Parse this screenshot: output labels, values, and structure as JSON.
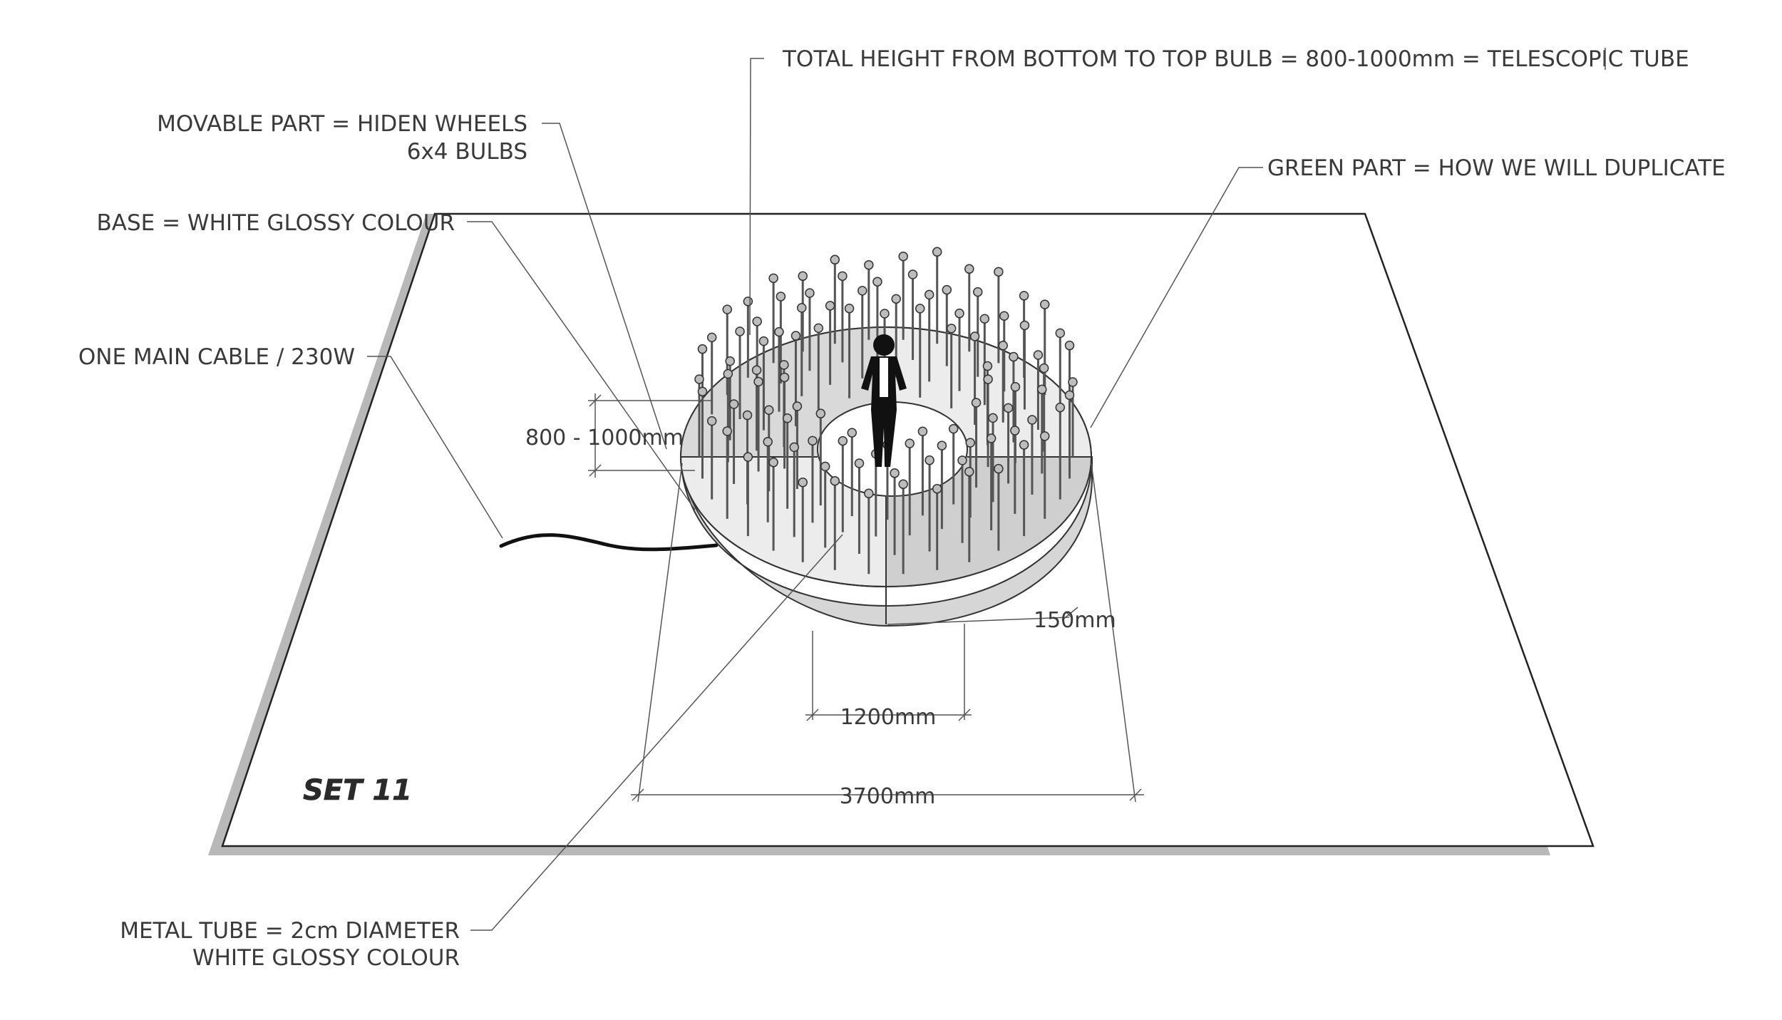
{
  "title_annotation": "TOTAL HEIGHT FROM BOTTOM TO TOP BULB = 800-1000mm = TELESCOPIC TUBE",
  "callouts": {
    "movable_part": "MOVABLE PART = HIDEN WHEELS",
    "bulbs": "6x4 BULBS",
    "base": "BASE = WHITE GLOSSY COLOUR",
    "cable": "ONE MAIN CABLE / 230W",
    "green_part": "GREEN PART = HOW WE WILL DUPLICATE",
    "metal_tube_1": "METAL TUBE = 2cm DIAMETER",
    "metal_tube_2": "WHITE  GLOSSY COLOUR"
  },
  "dimensions": {
    "height": "800 - 1000mm",
    "ring_thickness": "150mm",
    "inner_diameter": "1200mm",
    "outer_diameter": "3700mm"
  },
  "set_label": "SET 11",
  "colors": {
    "line": "#333333",
    "ring_light": "#e8e8e8",
    "ring_dark": "#c9c9c9",
    "shadow": "#b8b8b8",
    "figure": "#111111"
  }
}
